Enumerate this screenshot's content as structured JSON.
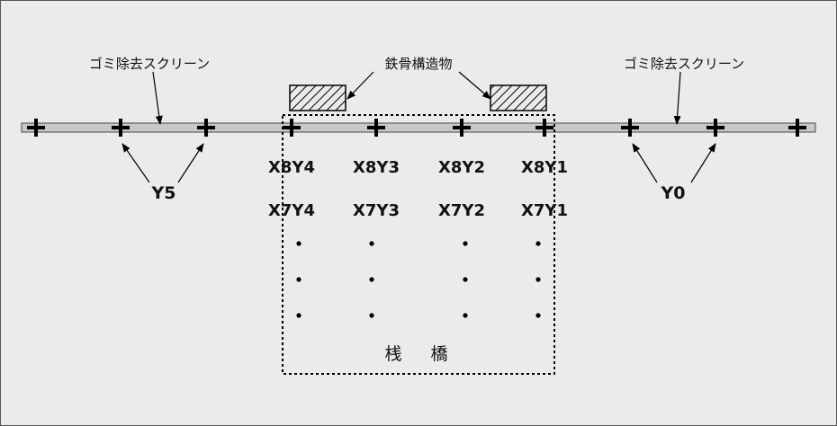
{
  "labels": {
    "screen_left": "ゴミ除去スクリーン",
    "screen_right": "ゴミ除去スクリーン",
    "steel_structure": "鉄骨構造物",
    "pier_char1": "桟",
    "pier_char2": "橋",
    "y5": "Y5",
    "y0": "Y0"
  },
  "grid_rows": [
    [
      "X8Y4",
      "X8Y3",
      "X8Y2",
      "X8Y1"
    ],
    [
      "X7Y4",
      "X7Y3",
      "X7Y2",
      "X7Y1"
    ]
  ],
  "colors": {
    "background": "#ebebeb",
    "screen_bar": "#c8c8c8",
    "stroke": "#000000"
  },
  "icons": {
    "post_marker": "plus-cross-icon",
    "steel_block": "hatched-rectangle",
    "continuation": "ellipsis-dot"
  }
}
